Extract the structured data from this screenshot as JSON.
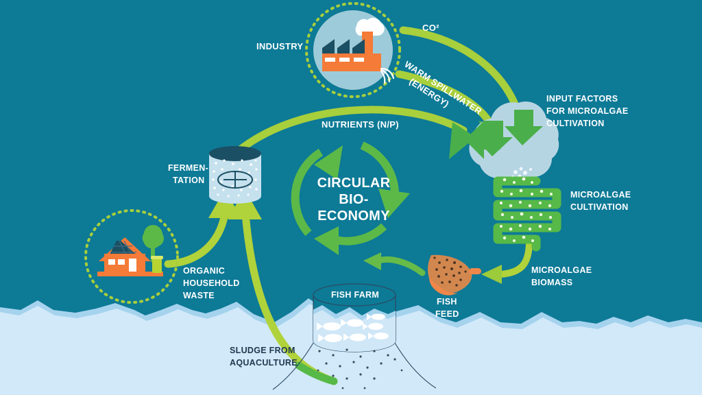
{
  "title": "Circular Bio-Economy Infographic",
  "colors": {
    "background_teal": "#0d7a96",
    "water_light": "#cfe7f7",
    "water_mid": "#a8d4ef",
    "arrow_green": "#6cbe45",
    "arrow_lime": "#b8d432",
    "orange": "#f47b38",
    "cloud_blue": "#b8d6e3",
    "circle_blue": "#9ecbd9",
    "tank_light": "#c6e1ee",
    "tank_top_dark": "#1b4f63",
    "text_white": "#ffffff",
    "text_dark": "#20394f",
    "algae_green": "#57b947",
    "fish_feed_tan": "#d2874f"
  },
  "labels": {
    "industry": "INDUSTRY",
    "co2": "CO²",
    "warm_spillwater_line1": "WARM SPILLWATER",
    "warm_spillwater_line2": "(ENERGY)",
    "input_factors_line1": "INPUT FACTORS",
    "input_factors_line2": "FOR MICROALGAE",
    "input_factors_line3": "CULTIVATION",
    "microalgae_cultivation_line1": "MICROALGAE",
    "microalgae_cultivation_line2": "CULTIVATION",
    "microalgae_biomass_line1": "MICROALGAE",
    "microalgae_biomass_line2": "BIOMASS",
    "fish_feed_line1": "FISH",
    "fish_feed_line2": "FEED",
    "fish_farm": "FISH FARM",
    "sludge_line1": "SLUDGE FROM",
    "sludge_line2": "AQUACULTURE",
    "organic_waste_line1": "ORGANIC",
    "organic_waste_line2": "HOUSEHOLD",
    "organic_waste_line3": "WASTE",
    "fermentation_line1": "FERMEN-",
    "fermentation_line2": "TATION",
    "nutrients": "NUTRIENTS (N/P)",
    "center_line1": "CIRCULAR",
    "center_line2": "BIO-",
    "center_line3": "ECONOMY"
  },
  "flow": {
    "nodes": [
      "INDUSTRY",
      "INPUT FACTORS FOR MICROALGAE CULTIVATION",
      "MICROALGAE CULTIVATION",
      "MICROALGAE BIOMASS",
      "FISH FEED",
      "FISH FARM",
      "FERMENTATION",
      "ORGANIC HOUSEHOLD WASTE"
    ],
    "edges": [
      "INDUSTRY -> INPUT FACTORS : CO²",
      "INDUSTRY -> INPUT FACTORS : WARM SPILLWATER (ENERGY)",
      "FERMENTATION -> INPUT FACTORS : NUTRIENTS (N/P)",
      "INPUT FACTORS -> MICROALGAE CULTIVATION",
      "MICROALGAE CULTIVATION -> FISH FEED : MICROALGAE BIOMASS",
      "FISH FEED -> FISH FARM",
      "FISH FARM -> FERMENTATION : SLUDGE FROM AQUACULTURE",
      "ORGANIC HOUSEHOLD WASTE -> FERMENTATION"
    ]
  }
}
